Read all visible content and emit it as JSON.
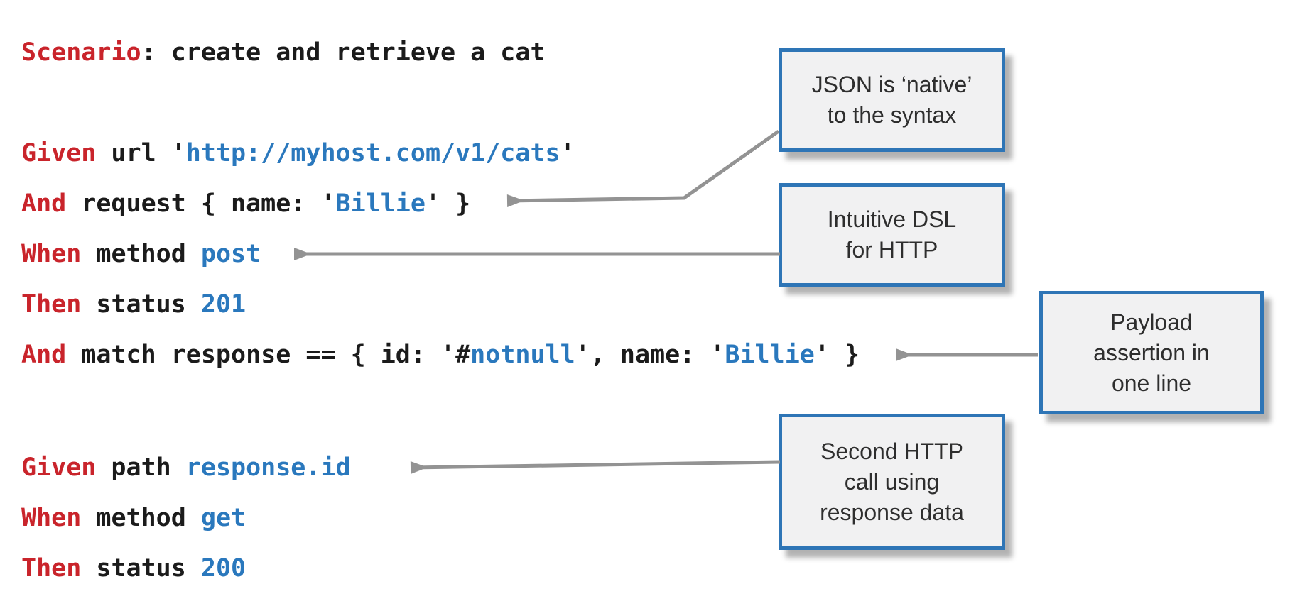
{
  "colors": {
    "keyword_red": "#c9242b",
    "value_blue": "#2a78bd",
    "code_text": "#1b1b1b",
    "callout_border": "#2e75b6",
    "callout_fill": "#f1f1f2",
    "callout_text": "#2e2e2e",
    "arrow_gray": "#939393",
    "background": "#ffffff"
  },
  "code": {
    "lines": [
      {
        "tokens": [
          {
            "t": "Scenario",
            "c": "kw"
          },
          {
            "t": ": create and retrieve a cat",
            "c": "plain"
          }
        ]
      },
      {
        "tokens": []
      },
      {
        "tokens": [
          {
            "t": "Given",
            "c": "kw"
          },
          {
            "t": " url '",
            "c": "plain"
          },
          {
            "t": "http://myhost.com/v1/cats",
            "c": "val"
          },
          {
            "t": "'",
            "c": "plain"
          }
        ]
      },
      {
        "tokens": [
          {
            "t": "And",
            "c": "kw"
          },
          {
            "t": " request { name: '",
            "c": "plain"
          },
          {
            "t": "Billie",
            "c": "val"
          },
          {
            "t": "' }",
            "c": "plain"
          }
        ]
      },
      {
        "tokens": [
          {
            "t": "When",
            "c": "kw"
          },
          {
            "t": " method ",
            "c": "plain"
          },
          {
            "t": "post",
            "c": "val"
          }
        ]
      },
      {
        "tokens": [
          {
            "t": "Then",
            "c": "kw"
          },
          {
            "t": " status ",
            "c": "plain"
          },
          {
            "t": "201",
            "c": "val"
          }
        ]
      },
      {
        "tokens": [
          {
            "t": "And",
            "c": "kw"
          },
          {
            "t": " match response == { id: '#",
            "c": "plain"
          },
          {
            "t": "notnull",
            "c": "val"
          },
          {
            "t": "', name: '",
            "c": "plain"
          },
          {
            "t": "Billie",
            "c": "val"
          },
          {
            "t": "' }",
            "c": "plain"
          }
        ]
      },
      {
        "tokens": [],
        "tall": true
      },
      {
        "tokens": [
          {
            "t": "Given",
            "c": "kw"
          },
          {
            "t": " path ",
            "c": "plain"
          },
          {
            "t": "response.id",
            "c": "val"
          }
        ]
      },
      {
        "tokens": [
          {
            "t": "When",
            "c": "kw"
          },
          {
            "t": " method ",
            "c": "plain"
          },
          {
            "t": "get",
            "c": "val"
          }
        ]
      },
      {
        "tokens": [
          {
            "t": "Then",
            "c": "kw"
          },
          {
            "t": " status ",
            "c": "plain"
          },
          {
            "t": "200",
            "c": "val"
          }
        ]
      }
    ]
  },
  "callouts": [
    {
      "id": "json-native",
      "text": "JSON is ‘native’\nto the syntax"
    },
    {
      "id": "intuitive-dsl",
      "text": "Intuitive DSL\nfor HTTP"
    },
    {
      "id": "payload-assertion",
      "text": "Payload\nassertion in\none line"
    },
    {
      "id": "second-call",
      "text": "Second HTTP\ncall using\nresponse data"
    }
  ]
}
